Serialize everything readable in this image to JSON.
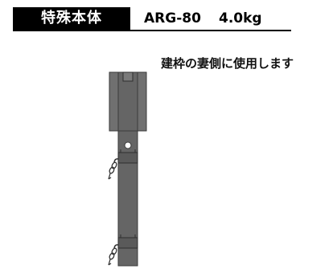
{
  "header": {
    "title": "特殊本体",
    "model": "ARG-80",
    "weight": "4.0kg"
  },
  "description": "建枠の妻側に使用します",
  "illustration": {
    "icon": "bracket-illustration",
    "colors": {
      "body": "#6b6b6b",
      "body_dark": "#555555",
      "outline": "#3a3a3a"
    }
  }
}
